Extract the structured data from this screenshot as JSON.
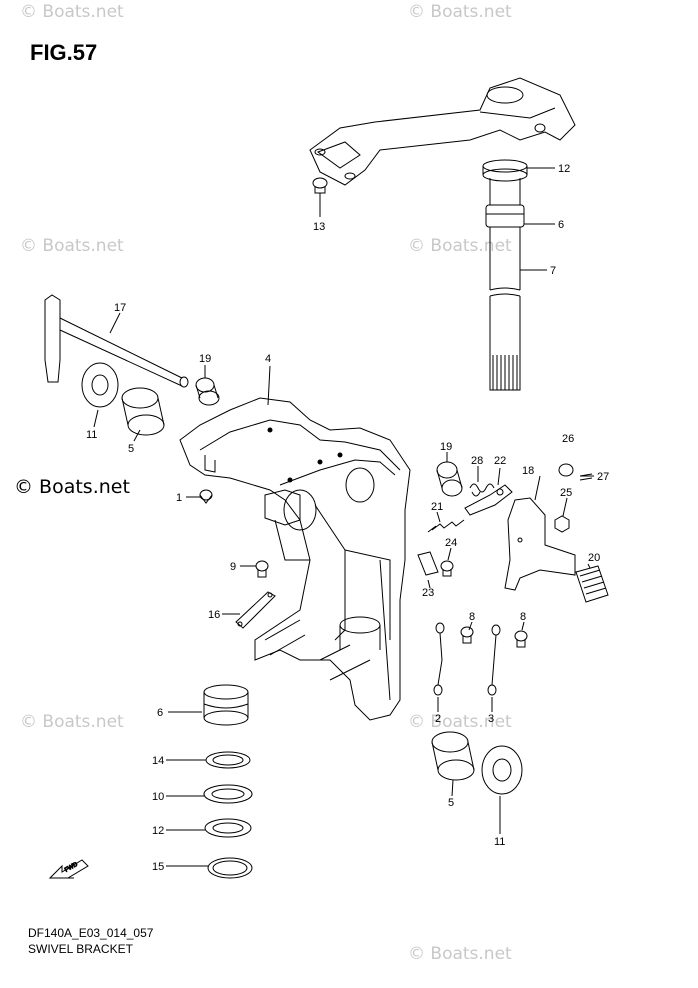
{
  "figure": {
    "title": "FIG.57",
    "code": "DF140A_E03_014_057",
    "name": "SWIVEL BRACKET"
  },
  "watermark": "© Boats.net",
  "fwd_label": "FWD",
  "callouts": {
    "c12a": "12",
    "c13": "13",
    "c6a": "6",
    "c7": "7",
    "c17": "17",
    "c19a": "19",
    "c4": "4",
    "c11a": "11",
    "c5a": "5",
    "c19b": "19",
    "c28": "28",
    "c22": "22",
    "c26": "26",
    "c18": "18",
    "c27": "27",
    "c1": "1",
    "c25": "25",
    "c21": "21",
    "c24": "24",
    "c20": "20",
    "c9": "9",
    "c23": "23",
    "c16": "16",
    "c8a": "8",
    "c8b": "8",
    "c6b": "6",
    "c2": "2",
    "c3": "3",
    "c14": "14",
    "c10": "10",
    "c12b": "12",
    "c5b": "5",
    "c11b": "11",
    "c15": "15"
  }
}
